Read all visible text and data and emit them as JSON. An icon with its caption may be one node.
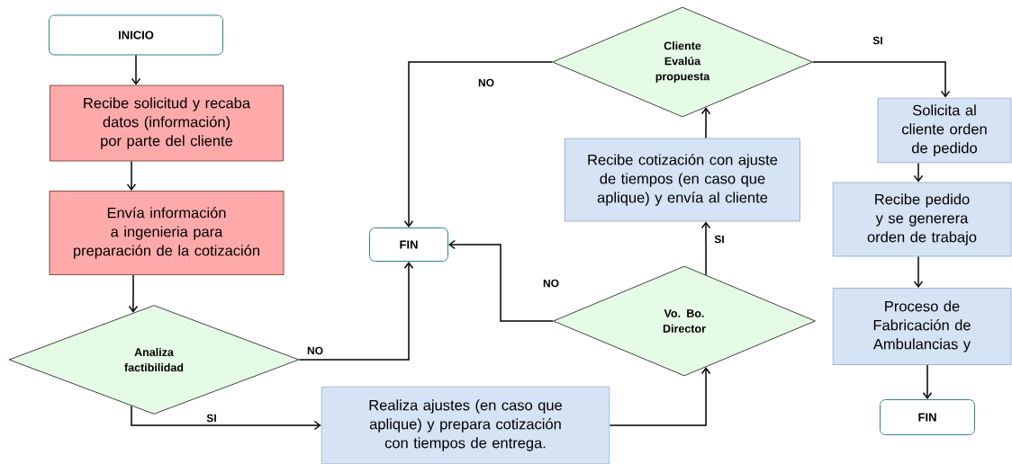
{
  "diagram": {
    "nodes": [
      {
        "text": [
          "INICIO"
        ]
      },
      {
        "text": [
          "Recibe solicitud y recaba datos (información) por parte del cliente"
        ]
      },
      {
        "text": [
          "Envía información a ingenieria para preparación de la cotización"
        ]
      },
      {
        "text": [
          "Analiza factibilidad"
        ]
      },
      {
        "text": [
          "FIN"
        ]
      },
      {
        "text": [
          "Realiza ajustes (en caso que aplique) y prepara cotización con tiempos de entrega."
        ]
      },
      {
        "text": [
          "Vo. Bo. Director"
        ]
      },
      {
        "text": [
          "Recibe cotización con ajuste de tiempos (en caso que aplique) y envía al cliente"
        ]
      },
      {
        "text": [
          "Cliente Evalúa propuesta"
        ]
      },
      {
        "text": [
          "Solicita al cliente orden de pedido"
        ]
      },
      {
        "text": [
          "Recibe pedido y se generera orden de trabajo"
        ]
      },
      {
        "text": [
          "Proceso de Fabricación de Ambulancias y"
        ]
      },
      {
        "text": [
          "FIN"
        ]
      }
    ],
    "edges": [
      {
        "from": 0,
        "to": 1,
        "arrow": "to"
      },
      {
        "from": 1,
        "to": 2,
        "arrow": "to"
      },
      {
        "from": 2,
        "to": 3,
        "arrow": "to"
      },
      {
        "from": 3,
        "to": 4,
        "arrow": "to",
        "label": "NO"
      },
      {
        "from": 3,
        "to": 5,
        "arrow": "to",
        "label": "SI"
      },
      {
        "from": 5,
        "to": 6,
        "arrow": "to"
      },
      {
        "from": 6,
        "to": 7,
        "arrow": "to",
        "label": "SI"
      },
      {
        "from": 7,
        "to": 8,
        "arrow": "to"
      },
      {
        "from": 6,
        "to": 4,
        "arrow": "to",
        "label": "NO"
      },
      {
        "from": 8,
        "to": 4,
        "arrow": "to",
        "label": "NO"
      },
      {
        "from": 8,
        "to": 9,
        "arrow": "to",
        "label": "SI"
      },
      {
        "from": 9,
        "to": 10,
        "arrow": "to"
      },
      {
        "from": 10,
        "to": 11,
        "arrow": "to"
      },
      {
        "from": 11,
        "to": 12,
        "arrow": "to"
      }
    ]
  }
}
